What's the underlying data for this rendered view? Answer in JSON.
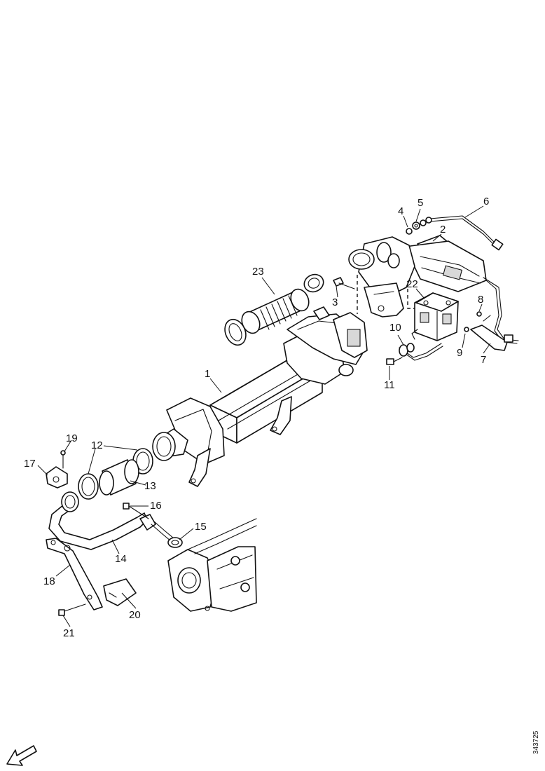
{
  "diagram": {
    "callouts": [
      "1",
      "2",
      "3",
      "4",
      "5",
      "6",
      "7",
      "8",
      "9",
      "10",
      "11",
      "12",
      "13",
      "14",
      "15",
      "16",
      "17",
      "18",
      "19",
      "20",
      "21",
      "22",
      "23"
    ],
    "document_id": "343725"
  },
  "icons": {
    "orientation": "arrow-down-left-icon"
  }
}
